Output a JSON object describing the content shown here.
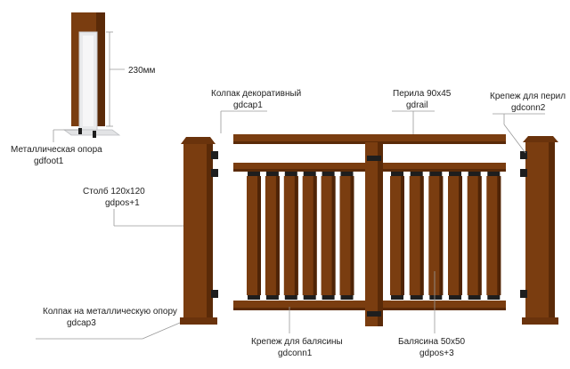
{
  "colors": {
    "wood": "#7a3d10",
    "wood_dark": "#4f2406",
    "wood_light": "#9a5622",
    "metal": "#e9eaec",
    "metal_shadow": "#c9cbce",
    "bracket": "#1e1e1e",
    "leader": "#9a9a9a"
  },
  "labels": {
    "foot_name": "Металлическая опора",
    "foot_code": "gdfoot1",
    "height_dim": "230мм",
    "cap_name": "Колпак декоративный",
    "cap_code": "gdcap1",
    "rail_name": "Перила 90х45",
    "rail_code": "gdrail",
    "rail_conn_name": "Крепеж для перил",
    "rail_conn_code": "gdconn2",
    "post_name": "Столб 120х120",
    "post_code": "gdpos+1",
    "foot_cap_name": "Колпак на металлическую опору",
    "foot_cap_code": "gdcap3",
    "baluster_conn_name": "Крепеж для балясины",
    "baluster_conn_code": "gdconn1",
    "baluster_name": "Балясина 50х50",
    "baluster_code": "gdpos+3"
  },
  "baluster_count": 12
}
